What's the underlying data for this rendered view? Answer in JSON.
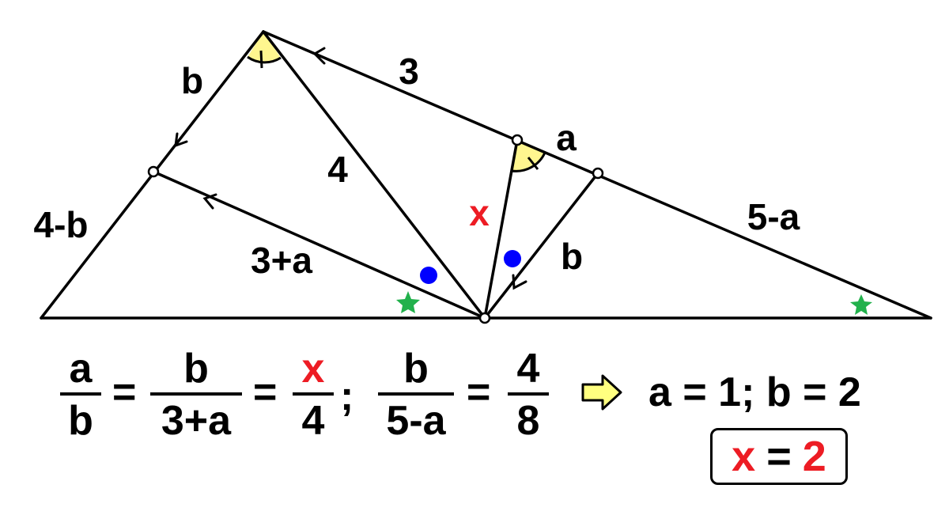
{
  "diagram": {
    "labels": {
      "top_side": "3",
      "segment_a": "a",
      "segment_5_minus_a": "5-a",
      "left_upper": "b",
      "left_lower": "4-b",
      "cevian": "4",
      "parallel_left": "3+a",
      "unknown_x": "x",
      "parallel_right": "b"
    },
    "colors": {
      "line": "#000000",
      "angle_fill": "#fff68f",
      "dot": "#0000ff",
      "star": "#22b14c",
      "unknown": "#ed1c24",
      "arrow_fill": "#ffff80"
    },
    "markers": {
      "equal_angles": "yellow-angle-arcs",
      "blue_dots": "equal-angles-dot",
      "green_stars": "equal-angles-star"
    }
  },
  "equations": {
    "eq1": {
      "f1_num": "a",
      "f1_den": "b",
      "equals1": "=",
      "f2_num": "b",
      "f2_den": "3+a",
      "equals2": "=",
      "f3_num": "x",
      "f3_den": "4",
      "separator": ";"
    },
    "eq2": {
      "f1_num": "b",
      "f1_den": "5-a",
      "equals": "=",
      "f2_num": "4",
      "f2_den": "8"
    },
    "result": "a = 1; b = 2",
    "answer": {
      "var": "x",
      "equals": "=",
      "value": "2"
    }
  }
}
